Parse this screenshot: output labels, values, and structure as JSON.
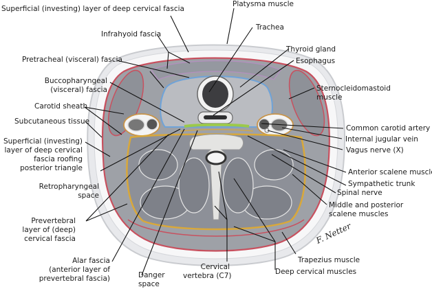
{
  "figure": {
    "title": "Cross section of the neck at level of C7 showing fascial layers",
    "signature": "F. Netter",
    "colors": {
      "investing_fascia": "#c8505e",
      "pretracheal_fascia": "#6fa3d8",
      "buccopharyngeal_fascia": "#9cc94a",
      "prevertebral_fascia": "#d9a83a",
      "carotid_sheath": "#c8944a",
      "muscle": "#8c8f96",
      "skin": "#e4e5e8"
    }
  },
  "labels": {
    "superficial_investing": "Superficial (investing) layer of deep cervical fascia",
    "platysma": "Platysma muscle",
    "infrahyoid": "Infrahyoid fascia",
    "trachea": "Trachea",
    "pretracheal": "Pretracheal (visceral) fascia",
    "thyroid": "Thyroid gland",
    "esophagus": "Esophagus",
    "buccopharyngeal_1": "Buccopharyngeal",
    "buccopharyngeal_2": "(visceral) fascia",
    "scm_1": "Sternocleidomastoid",
    "scm_2": "muscle",
    "carotid_sheath": "Carotid sheath",
    "subcutaneous": "Subcutaneous tissue",
    "common_carotid": "Common carotid artery",
    "roof_1": "Superficial (investing)",
    "roof_2": "layer of deep cervical",
    "roof_3": "fascia roofing",
    "roof_4": "posterior triangle",
    "jugular": "Internal jugular vein",
    "vagus": "Vagus nerve (X)",
    "anterior_scalene": "Anterior scalene muscle",
    "retropharyngeal_1": "Retropharyngeal",
    "retropharyngeal_2": "space",
    "sympathetic": "Sympathetic trunk",
    "spinal_nerve": "Spinal nerve",
    "mid_post_scalene_1": "Middle and posterior",
    "mid_post_scalene_2": "scalene muscles",
    "prevertebral_1": "Prevertebral",
    "prevertebral_2": "layer of (deep)",
    "prevertebral_3": "cervical fascia",
    "alar_1": "Alar fascia",
    "alar_2": "(anterior layer of",
    "alar_3": "prevertebral fascia)",
    "danger_1": "Danger",
    "danger_2": "space",
    "vertebra_1": "Cervical",
    "vertebra_2": "vertebra (C7)",
    "trapezius": "Trapezius muscle",
    "deep_cervical": "Deep cervical muscles"
  }
}
